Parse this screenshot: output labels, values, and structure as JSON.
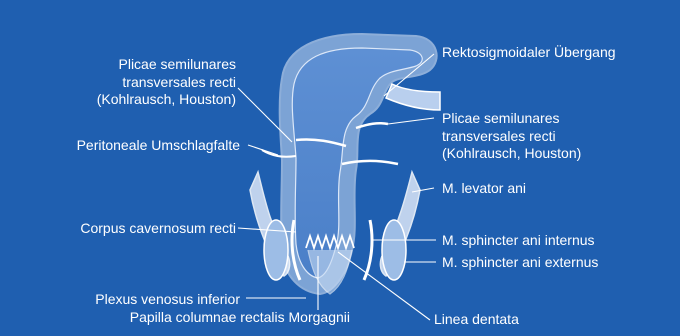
{
  "labels": {
    "plicae_left": [
      "Plicae semilunares",
      "transversales recti",
      "(Kohlrausch, Houston)"
    ],
    "peritoneale": "Peritoneale Umschlagfalte",
    "corpus_cavernosum": "Corpus cavernosum recti",
    "plexus": "Plexus venosus inferior",
    "papilla": "Papilla columnae rectalis Morgagnii",
    "rektosigmoid": "Rektosigmoidaler Übergang",
    "plicae_right": [
      "Plicae semilunares",
      "transversales recti",
      "(Kohlrausch, Houston)"
    ],
    "levator": "M. levator ani",
    "sphincter_internus": "M. sphincter ani internus",
    "sphincter_externus": "M. sphincter ani externus",
    "linea_dentata": "Linea dentata"
  },
  "colors": {
    "background": "#1f5fb0",
    "tissue": "#6f9fdd",
    "tissue_light": "#c9dcf4",
    "line": "#ffffff"
  }
}
